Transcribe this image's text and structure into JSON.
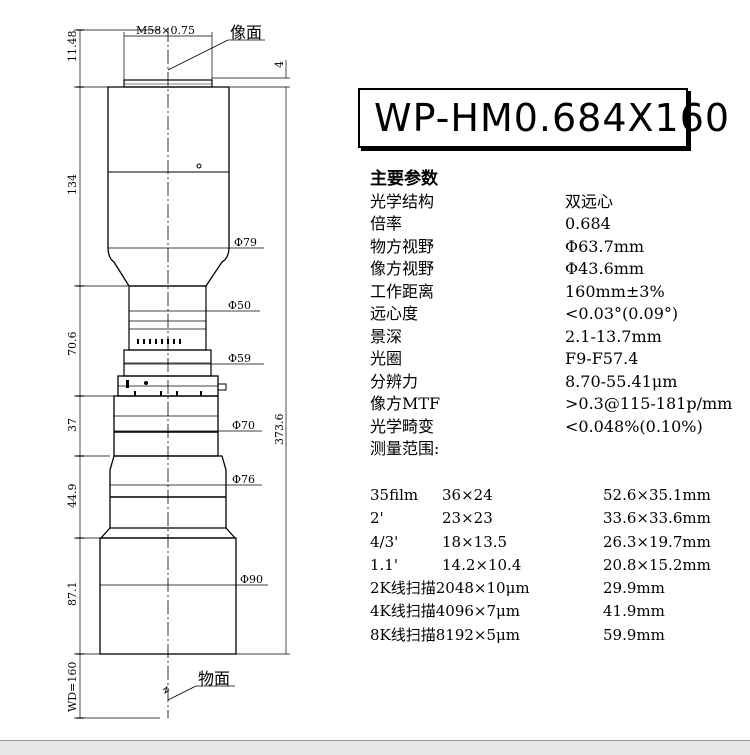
{
  "title": "WP-HM0.684X160",
  "drawing": {
    "thread_label": "M58×0.75",
    "image_plane_label": "像面",
    "object_plane_label": "物面",
    "vertical_dims": [
      "11.48",
      "134",
      "70.6",
      "37",
      "44.9",
      "87.1",
      "WD=160"
    ],
    "right_dims": [
      "4",
      "373.6"
    ],
    "diameters": [
      "Φ79",
      "Φ50",
      "Φ59",
      "Φ70",
      "Φ76",
      "Φ90"
    ]
  },
  "params": {
    "heading": "主要参数",
    "rows": [
      {
        "k": "光学结构",
        "v": "双远心"
      },
      {
        "k": "倍率",
        "v": "0.684"
      },
      {
        "k": "物方视野",
        "v": "Φ63.7mm"
      },
      {
        "k": "像方视野",
        "v": "Φ43.6mm"
      },
      {
        "k": "工作距离",
        "v": "160mm±3%"
      },
      {
        "k": "远心度",
        "v": "<0.03°(0.09°)"
      },
      {
        "k": "景深",
        "v": "2.1-13.7mm"
      },
      {
        "k": "光圈",
        "v": "F9-F57.4"
      },
      {
        "k": "分辨力",
        "v": "8.70-55.41μm"
      },
      {
        "k": "像方MTF",
        "v": ">0.3@115-181p/mm"
      },
      {
        "k": "光学畸变",
        "v": "<0.048%(0.10%)"
      },
      {
        "k": "测量范围:",
        "v": ""
      }
    ]
  },
  "sensors": [
    {
      "c1": "35film",
      "c2": "36×24",
      "c3": "52.6×35.1mm"
    },
    {
      "c1": "2'",
      "c2": "23×23",
      "c3": "33.6×33.6mm"
    },
    {
      "c1": "4/3'",
      "c2": "18×13.5",
      "c3": "26.3×19.7mm"
    },
    {
      "c1": "1.1'",
      "c2": "14.2×10.4",
      "c3": "20.8×15.2mm"
    },
    {
      "c1": "2K线扫描2048×10μm",
      "c2": "",
      "c3": "29.9mm"
    },
    {
      "c1": "4K线扫描4096×7μm",
      "c2": "",
      "c3": "41.9mm"
    },
    {
      "c1": "8K线扫描8192×5μm",
      "c2": "",
      "c3": "59.9mm"
    }
  ]
}
